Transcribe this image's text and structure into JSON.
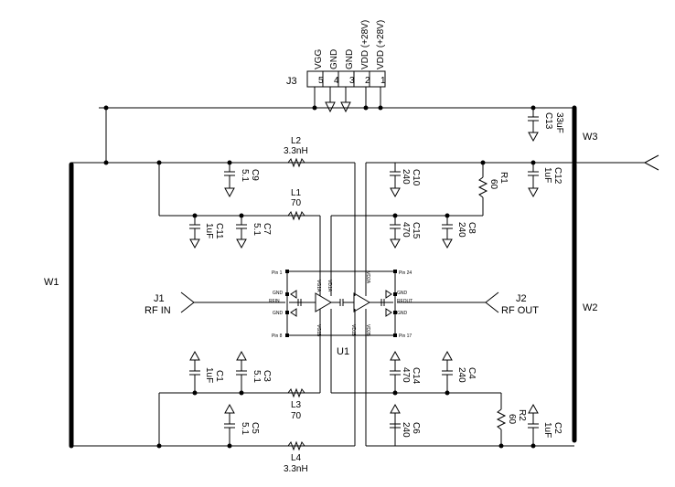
{
  "connector_j3": {
    "ref": "J3",
    "pins": [
      {
        "num": "5",
        "name": "VGG"
      },
      {
        "num": "4",
        "name": "GND"
      },
      {
        "num": "3",
        "name": "GND"
      },
      {
        "num": "2",
        "name": "VDD (+28V)"
      },
      {
        "num": "1",
        "name": "VDD (+28V)"
      }
    ]
  },
  "buses": [
    {
      "ref": "W1"
    },
    {
      "ref": "W2"
    },
    {
      "ref": "W3"
    }
  ],
  "inductors": [
    {
      "ref": "L1",
      "value": "70"
    },
    {
      "ref": "L2",
      "value": "3.3nH"
    },
    {
      "ref": "L3",
      "value": "70"
    },
    {
      "ref": "L4",
      "value": "3.3nH"
    }
  ],
  "resistors": [
    {
      "ref": "R1",
      "value": "60"
    },
    {
      "ref": "R2",
      "value": "60"
    }
  ],
  "capacitors": [
    {
      "ref": "C1",
      "value": "1uF"
    },
    {
      "ref": "C2",
      "value": "1uF"
    },
    {
      "ref": "C3",
      "value": "5.1"
    },
    {
      "ref": "C4",
      "value": "240"
    },
    {
      "ref": "C5",
      "value": "5.1"
    },
    {
      "ref": "C6",
      "value": "240"
    },
    {
      "ref": "C7",
      "value": "5.1"
    },
    {
      "ref": "C8",
      "value": "240"
    },
    {
      "ref": "C9",
      "value": "5.1"
    },
    {
      "ref": "C10",
      "value": "240"
    },
    {
      "ref": "C11",
      "value": "1uF"
    },
    {
      "ref": "C12",
      "value": "1uF"
    },
    {
      "ref": "C13",
      "value": "33uF"
    },
    {
      "ref": "C14",
      "value": "470"
    },
    {
      "ref": "C15",
      "value": "470"
    }
  ],
  "ports": [
    {
      "ref": "J1",
      "name": "RF IN"
    },
    {
      "ref": "J2",
      "name": "RF OUT"
    }
  ],
  "ic_u1": {
    "ref": "U1",
    "pins": [
      "Pin 1",
      "Pin 24",
      "GND",
      "RFIN",
      "GND",
      "GND",
      "RFOUT",
      "GND",
      "Pin 8",
      "Pin 17"
    ],
    "rails": [
      "VG1A",
      "VD1A",
      "VD2A",
      "VG1B",
      "VD1B",
      "VD2B"
    ]
  }
}
